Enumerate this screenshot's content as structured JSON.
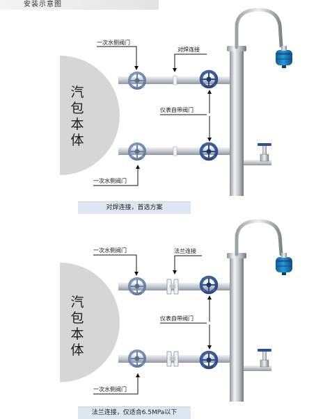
{
  "header": {
    "title": "安装示意图"
  },
  "diagram1": {
    "drum_chars": [
      "汽",
      "包",
      "本",
      "体"
    ],
    "label_primary_valve_top": "一次水侧阀门",
    "label_connection": "对焊连接",
    "label_meter_valve": "仪表自带阀门",
    "label_primary_valve_bottom": "一次水侧阀门",
    "caption": "对焊连接，首选方案"
  },
  "diagram2": {
    "drum_chars": [
      "汽",
      "包",
      "本",
      "体"
    ],
    "label_primary_valve_top": "一次水侧阀门",
    "label_connection": "法兰连接",
    "label_meter_valve": "仪表自带阀门",
    "label_primary_valve_bottom": "一次水侧阀门",
    "caption": "法兰连接，仅适合6.5MPa以下"
  },
  "colors": {
    "drum": "#d6d6d6",
    "pipe": "#c9ced4",
    "valve_handwheel": "#5e7ea8",
    "valve_blue": "#2d4f94",
    "transmitter": "#1e86c8",
    "caption_bg": "#dde7f1"
  }
}
